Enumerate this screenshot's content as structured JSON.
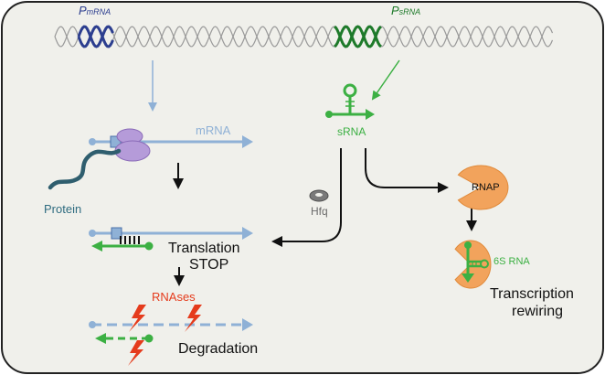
{
  "promoters": {
    "p_mrna": "P",
    "p_mrna_sub": "mRNA",
    "p_srna": "P",
    "p_srna_sub": "sRNA"
  },
  "labels": {
    "mrna": "mRNA",
    "srna": "sRNA",
    "protein": "Protein",
    "hfq": "Hfq",
    "translation": "Translation",
    "stop": "STOP",
    "rnases": "RNAses",
    "degradation": "Degradation",
    "rnap": "RNAP",
    "six_s_rna": "6S RNA",
    "transcription": "Transcription",
    "rewiring": "rewiring"
  },
  "colors": {
    "background": "#f0f0eb",
    "mrna_blue": "#8fb1d6",
    "promoter_blue": "#2c3e8f",
    "srna_green": "#3cb043",
    "promoter_green": "#1e7a2a",
    "protein_teal": "#2f5e6e",
    "ribosome_purple": "#b59bd9",
    "rnap_orange": "#f2a35c",
    "rnase_red": "#e53b1c",
    "hfq_gray": "#6b6b6b"
  }
}
